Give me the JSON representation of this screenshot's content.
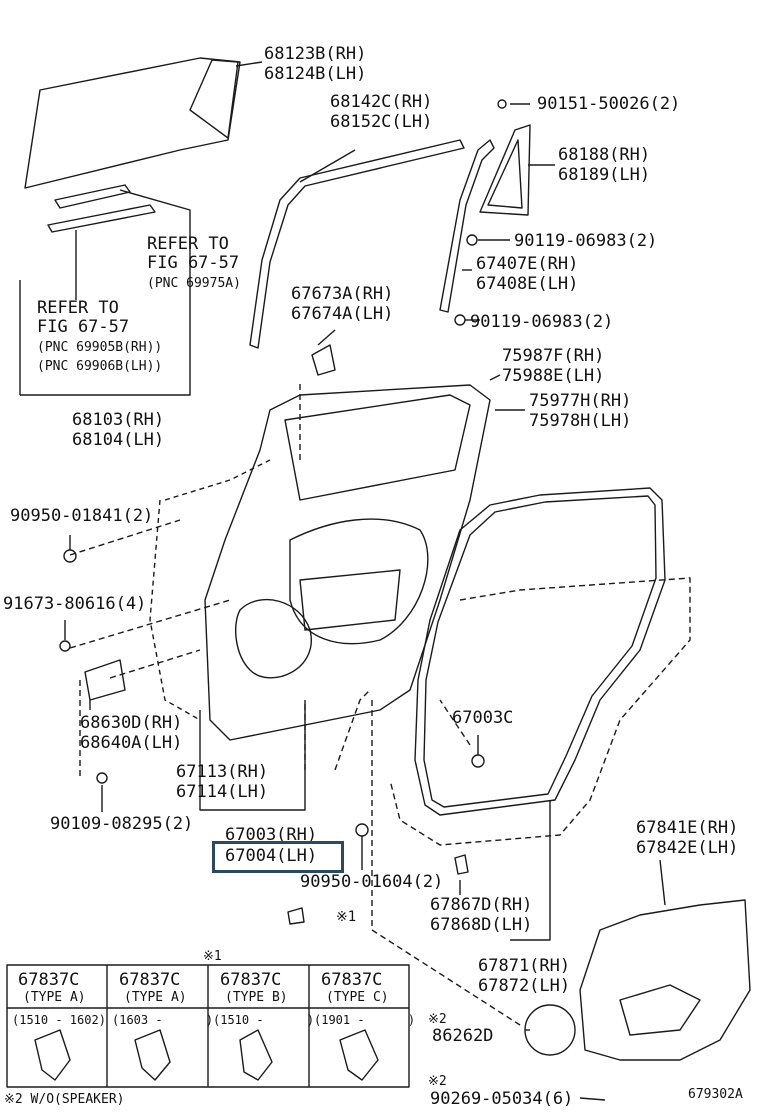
{
  "parts": {
    "p68123": [
      "68123B(RH)",
      "68124B(LH)"
    ],
    "p68142": [
      "68142C(RH)",
      "68152C(LH)"
    ],
    "p90151": "90151-50026(2)",
    "p68188": [
      "68188(RH)",
      "68189(LH)"
    ],
    "p90119a": "90119-06983(2)",
    "p67407": [
      "67407E(RH)",
      "67408E(LH)"
    ],
    "p90119b": "90119-06983(2)",
    "p67673": [
      "67673A(RH)",
      "67674A(LH)"
    ],
    "p75987": [
      "75987F(RH)",
      "75988E(LH)"
    ],
    "p75977": [
      "75977H(RH)",
      "75978H(LH)"
    ],
    "p68103": [
      "68103(RH)",
      "68104(LH)"
    ],
    "p90950a": "90950-01841(2)",
    "p91673": "91673-80616(4)",
    "p68630": [
      "68630D(RH)",
      "68640A(LH)"
    ],
    "p67003c": "67003C",
    "p67113": [
      "67113(RH)",
      "67114(LH)"
    ],
    "p90109": "90109-08295(2)",
    "p67003": [
      "67003(RH)",
      "67004(LH)"
    ],
    "p90950b": "90950-01604(2)",
    "p67841": [
      "67841E(RH)",
      "67842E(LH)"
    ],
    "p67867": [
      "67867D(RH)",
      "67868D(LH)"
    ],
    "p67871": [
      "67871(RH)",
      "67872(LH)"
    ],
    "p86262": "86262D",
    "p90269": "90269-05034(6)"
  },
  "refs": {
    "ref1": [
      "REFER TO",
      "FIG 67-57",
      "(PNC 69975A)"
    ],
    "ref2": [
      "REFER TO",
      "FIG 67-57",
      "(PNC 69905B(RH))",
      "(PNC 69906B(LH))"
    ]
  },
  "marks": {
    "star1": "※1",
    "star1_head": "※1",
    "star2a": "※2",
    "star2b": "※2"
  },
  "clip_table": {
    "columns": [
      {
        "part": "67837C",
        "type": "(TYPE A)",
        "range": "(1510 - 1602)"
      },
      {
        "part": "67837C",
        "type": "(TYPE A)",
        "range": "(1603 -      )"
      },
      {
        "part": "67837C",
        "type": "(TYPE B)",
        "range": "(1510 -      )"
      },
      {
        "part": "67837C",
        "type": "(TYPE C)",
        "range": "(1901 -      )"
      }
    ]
  },
  "footnote": "※2 W/O(SPEAKER)",
  "figure_id": "679302A",
  "colors": {
    "line": "#1a1a1a",
    "highlight_box": "#2b4a60",
    "background": "#ffffff"
  }
}
